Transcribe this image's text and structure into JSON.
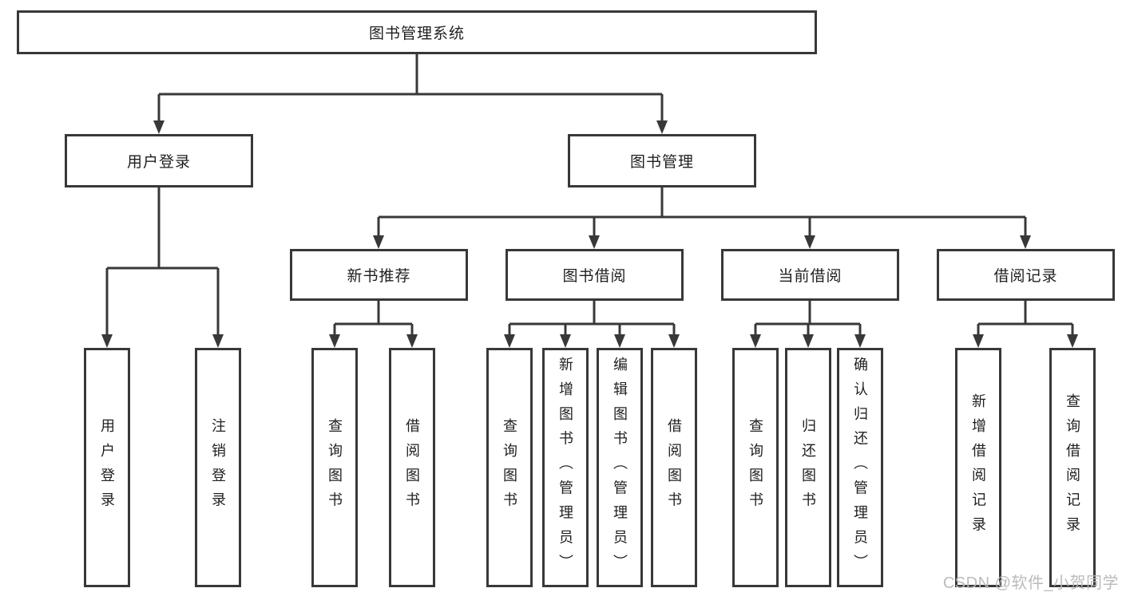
{
  "nodes": {
    "root": {
      "label": "图书管理系统"
    },
    "user_login": {
      "label": "用户登录"
    },
    "book_mgmt": {
      "label": "图书管理"
    },
    "new_book_rec": {
      "label": "新书推荐"
    },
    "book_borrow": {
      "label": "图书借阅"
    },
    "current_borrow": {
      "label": "当前借阅"
    },
    "borrow_records": {
      "label": "借阅记录"
    },
    "leaf_user_login": {
      "label": "用户登录"
    },
    "leaf_logout": {
      "label": "注销登录"
    },
    "leaf_nb_query": {
      "label": "查询图书"
    },
    "leaf_nb_borrow": {
      "label": "借阅图书"
    },
    "leaf_bb_query": {
      "label": "查询图书"
    },
    "leaf_bb_add": {
      "label": "新增图书（管理员）"
    },
    "leaf_bb_edit": {
      "label": "编辑图书（管理员）"
    },
    "leaf_bb_borrow": {
      "label": "借阅图书"
    },
    "leaf_cb_query": {
      "label": "查询图书"
    },
    "leaf_cb_return": {
      "label": "归还图书"
    },
    "leaf_cb_confirm": {
      "label": "确认归还（管理员）"
    },
    "leaf_br_add": {
      "label": "新增借阅记录"
    },
    "leaf_br_query": {
      "label": "查询借阅记录"
    }
  },
  "hierarchy": {
    "root": [
      "用户登录",
      "图书管理"
    ],
    "用户登录": [
      "用户登录",
      "注销登录"
    ],
    "图书管理": [
      "新书推荐",
      "图书借阅",
      "当前借阅",
      "借阅记录"
    ],
    "新书推荐": [
      "查询图书",
      "借阅图书"
    ],
    "图书借阅": [
      "查询图书",
      "新增图书（管理员）",
      "编辑图书（管理员）",
      "借阅图书"
    ],
    "当前借阅": [
      "查询图书",
      "归还图书",
      "确认归还（管理员）"
    ],
    "借阅记录": [
      "新增借阅记录",
      "查询借阅记录"
    ]
  },
  "colors": {
    "line": "#383838",
    "border": "#383838",
    "text": "#1f1f1f",
    "watermark": "#b9b6b6",
    "background": "#ffffff"
  },
  "watermark": {
    "text": "CSDN @软件_小贺同学"
  }
}
